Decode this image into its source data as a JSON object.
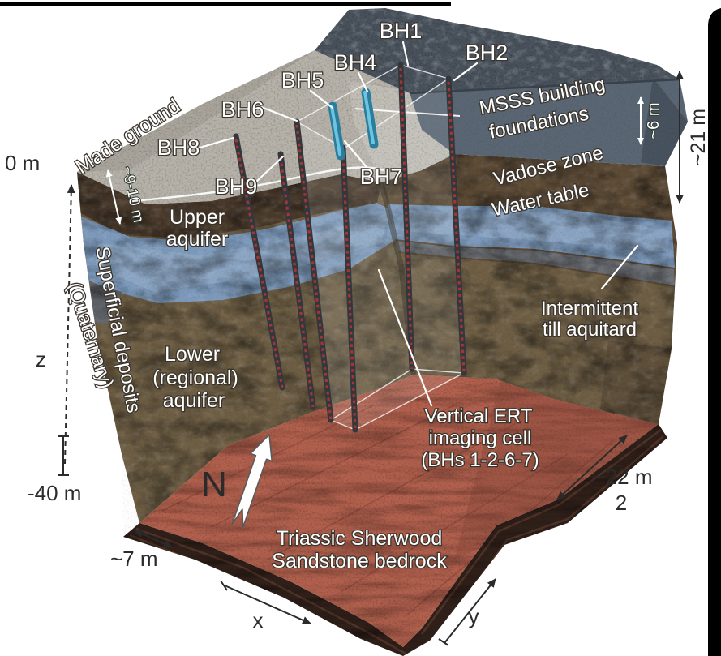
{
  "figure": {
    "type": "3d-geological-block-diagram",
    "description_visible_only": false
  },
  "boreholes": {
    "bh1": "BH1",
    "bh2": "BH2",
    "bh4": "BH4",
    "bh5": "BH5",
    "bh6": "BH6",
    "bh7": "BH7",
    "bh8": "BH8",
    "bh9": "BH9"
  },
  "geology": {
    "made_ground": "Made ground",
    "msss_line1": "MSSS building",
    "msss_line2": "foundations",
    "vadose_zone": "Vadose zone",
    "water_table": "Water table",
    "upper_aquifer_line1": "Upper",
    "upper_aquifer_line2": "aquifer",
    "superficial_line1": "Superficial deposits",
    "superficial_line2": "(Quaternary)",
    "lower_aquifer_line1": "Lower",
    "lower_aquifer_line2": "(regional)",
    "lower_aquifer_line3": "aquifer",
    "till_line1": "Intermittent",
    "till_line2": "till aquitard",
    "ert_cell_line1": "Vertical ERT",
    "ert_cell_line2": "imaging cell",
    "ert_cell_line3": "(BHs 1-2-6-7)",
    "bedrock_line1": "Triassic Sherwood",
    "bedrock_line2": "Sandstone bedrock"
  },
  "measurements": {
    "elevation_top": "0 m",
    "elevation_bottom": "-40 m",
    "total_depth": "~21 m",
    "foundation_depth": "~6 m",
    "superficial_thickness": "~9-10 m",
    "cell_width": "~22 m",
    "cell_width_note": "2",
    "cell_length": "~7 m"
  },
  "axes": {
    "x": "x",
    "y": "y",
    "z": "z",
    "north": "N"
  },
  "colors": {
    "bedrock_red": "#b2614e",
    "bedrock_dark_band": "#30201a",
    "aquifer_blue": "#7d9abc",
    "made_ground_gray": "#b7b3aa",
    "foundation_gray": "#5a6673",
    "rubble_dark": "#49525c",
    "vadose_brown": "#5d4b36",
    "lower_aquifer_brown": "#6e5e44",
    "till_gray": "#6a6d72",
    "electrode_red": "#a8342f",
    "casing_cyan": "#45a3c2",
    "frame_black": "#000000",
    "background": "#ffffff"
  }
}
